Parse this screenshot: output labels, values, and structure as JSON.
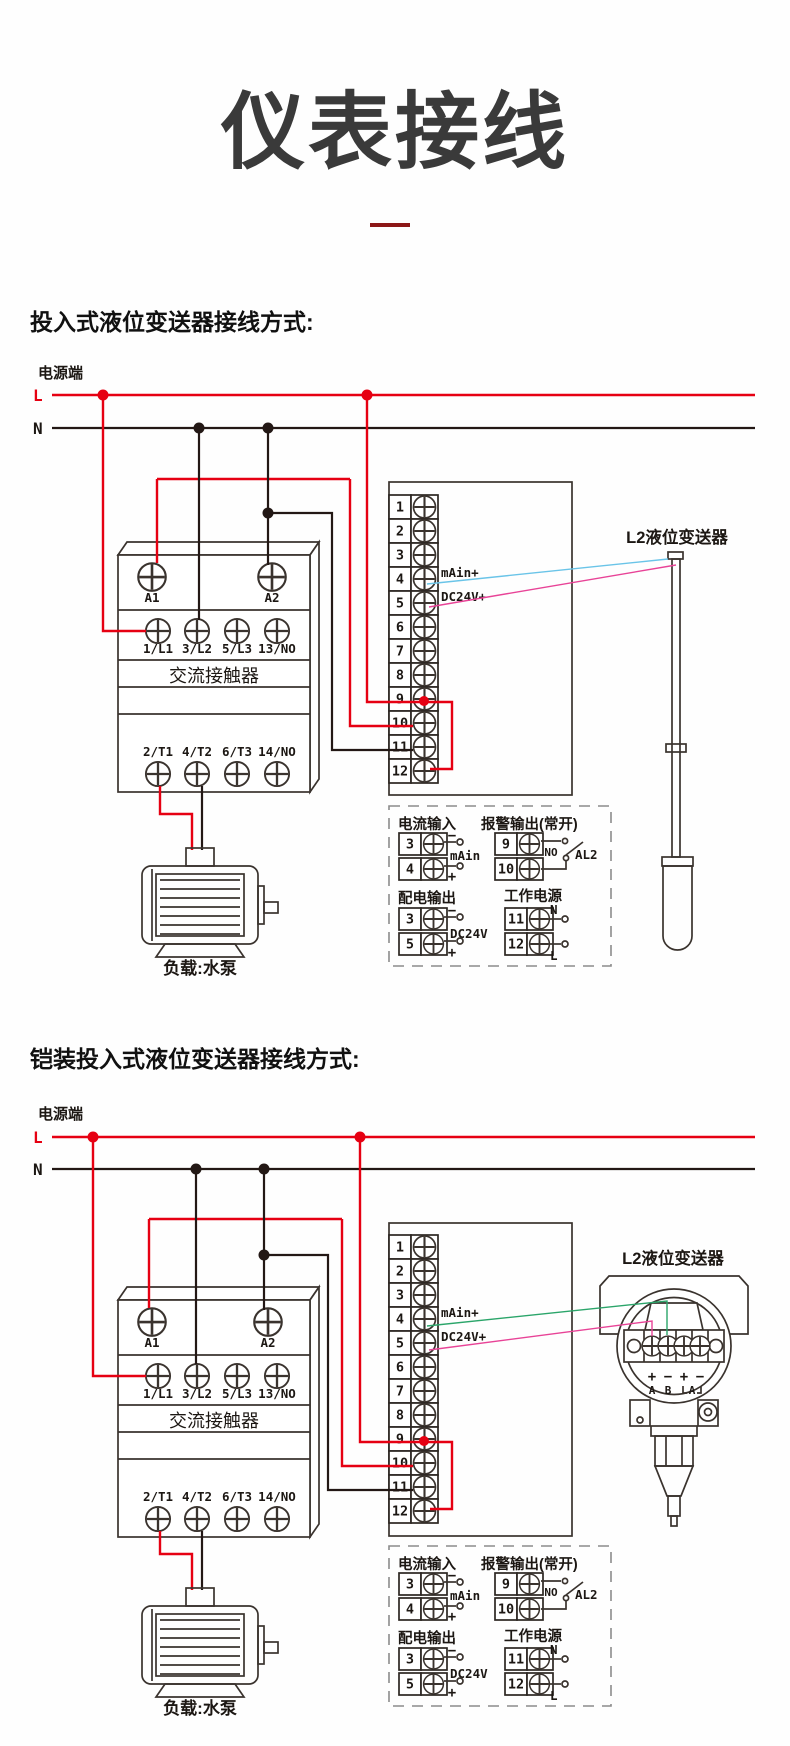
{
  "page": {
    "title": "仪表接线"
  },
  "sections": [
    {
      "heading": "投入式液位变送器接线方式:"
    },
    {
      "heading": "铠装投入式液位变送器接线方式:"
    }
  ],
  "power": {
    "label": "电源端",
    "live": "L",
    "neutral": "N"
  },
  "contactor": {
    "name": "交流接触器",
    "coil": [
      "A1",
      "A2"
    ],
    "line": [
      "1/L1",
      "3/L2",
      "5/L3",
      "13/NO"
    ],
    "load": [
      "2/T1",
      "4/T2",
      "6/T3",
      "14/NO"
    ]
  },
  "terminal_block": {
    "numbers": [
      "1",
      "2",
      "3",
      "4",
      "5",
      "6",
      "7",
      "8",
      "9",
      "10",
      "11",
      "12"
    ],
    "t4_label": "mAin+",
    "t5_label": "DC24V+"
  },
  "transmitter": {
    "label": "L2液位变送器",
    "signs": [
      "+",
      "−",
      "+",
      "−"
    ],
    "names": [
      "A",
      "B",
      "A"
    ]
  },
  "panels": {
    "current_input": {
      "title": "电流输入",
      "top_num": "3",
      "bottom_num": "4",
      "top_sign": "−",
      "bottom_sign": "+",
      "label": "mAin"
    },
    "alarm_output": {
      "title": "报警输出(常开)",
      "top_num": "9",
      "bottom_num": "10",
      "contact": "NO",
      "alarm": "AL2"
    },
    "power_dist": {
      "title": "配电输出",
      "top_num": "3",
      "bottom_num": "5",
      "top_sign": "−",
      "bottom_sign": "+",
      "label": "DC24V"
    },
    "working_power": {
      "title": "工作电源",
      "top_num": "11",
      "bottom_num": "12",
      "top_label": "N",
      "bottom_label": "L"
    }
  },
  "load": {
    "label": "负载:水泵"
  },
  "colors": {
    "live_wire": "#e60012",
    "neutral_wire": "#231815",
    "signal_cyan": "#6ac4e8",
    "signal_magenta": "#e84397",
    "signal_green": "#2ba56a",
    "title_underline": "#8c1717"
  }
}
